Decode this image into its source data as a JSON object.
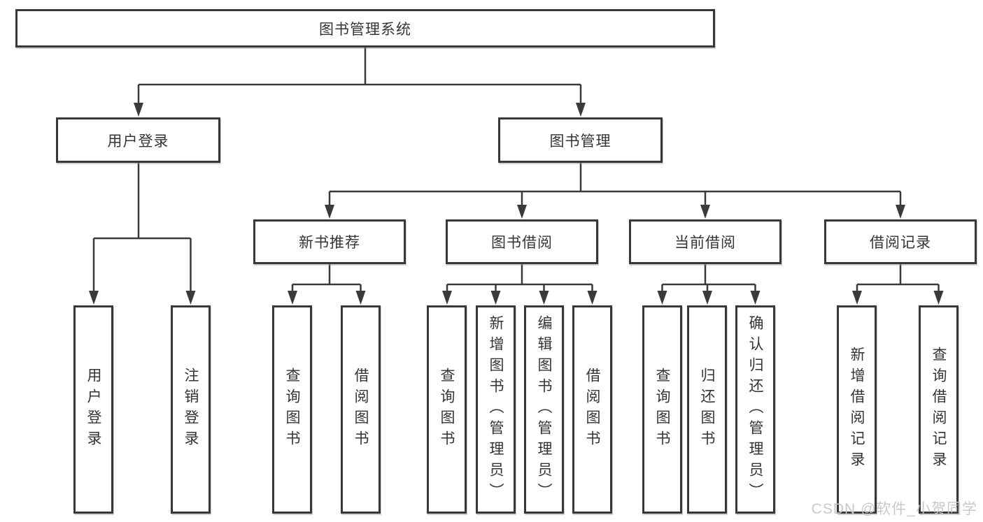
{
  "diagram": {
    "root": "图书管理系统",
    "branches": [
      {
        "label": "用户登录",
        "children": [
          "用户登录",
          "注销登录"
        ]
      },
      {
        "label": "图书管理",
        "children": [
          {
            "label": "新书推荐",
            "children": [
              "查询图书",
              "借阅图书"
            ]
          },
          {
            "label": "图书借阅",
            "children": [
              "查询图书",
              "新增图书（管理员）",
              "编辑图书（管理员）",
              "借阅图书"
            ]
          },
          {
            "label": "当前借阅",
            "children": [
              "查询图书",
              "归还图书",
              "确认归还（管理员）"
            ]
          },
          {
            "label": "借阅记录",
            "children": [
              "新增借阅记录",
              "查询借阅记录"
            ]
          }
        ]
      }
    ]
  },
  "watermark": {
    "text": "CSDN @软件_小贺同学"
  },
  "colors": {
    "line": "#3a3a3a",
    "text": "#343434",
    "box_fill": "#ffffff",
    "watermark": "#c6c6c6",
    "background": "#ffffff"
  }
}
